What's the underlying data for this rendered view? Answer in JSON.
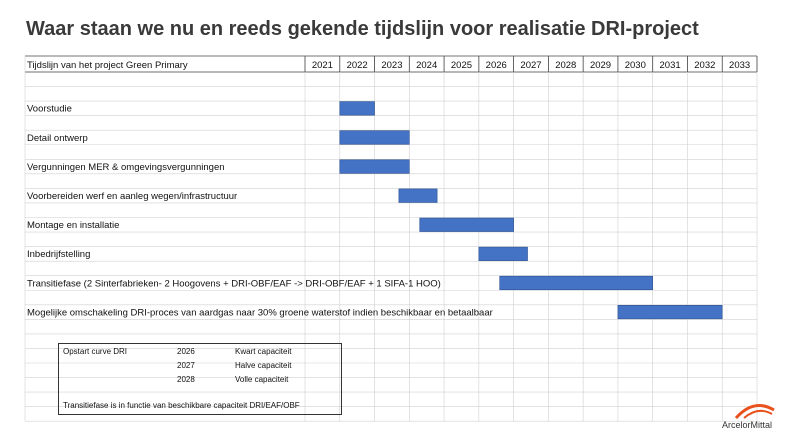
{
  "title": "Waar staan we nu en reeds gekende tijdslijn voor realisatie DRI-project",
  "table": {
    "header_label": "Tijdslijn van het project Green Primary",
    "years": [
      "2021",
      "2022",
      "2023",
      "2024",
      "2025",
      "2026",
      "2027",
      "2028",
      "2029",
      "2030",
      "2031",
      "2032",
      "2033"
    ]
  },
  "tasks": [
    {
      "label": "Voorstudie",
      "start": 2022.0,
      "end": 2023.0
    },
    {
      "label": "Detail ontwerp",
      "start": 2022.0,
      "end": 2024.0
    },
    {
      "label": "Vergunningen MER & omgevingsvergunningen",
      "start": 2022.0,
      "end": 2024.0
    },
    {
      "label": "Voorbereiden werf en aanleg wegen/infrastructuur",
      "start": 2023.7,
      "end": 2024.8
    },
    {
      "label": "Montage en installatie",
      "start": 2024.3,
      "end": 2027.0
    },
    {
      "label": "Inbedrijfstelling",
      "start": 2026.0,
      "end": 2027.4
    },
    {
      "label": "Transitiefase  (2 Sinterfabrieken- 2 Hoogovens + DRI-OBF/EAF  -> DRI-OBF/EAF + 1 SIFA-1 HOO)",
      "start": 2026.6,
      "end": 2031.0
    },
    {
      "label": "Mogelijke omschakeling DRI-proces van aardgas naar 30% groene waterstof indien beschikbaar en betaalbaar",
      "start": 2030.0,
      "end": 2033.0
    }
  ],
  "info": {
    "heading": "Opstart curve DRI",
    "rows": [
      {
        "year": "2026",
        "text": "Kwart  capaciteit"
      },
      {
        "year": "2027",
        "text": "Halve capaciteit"
      },
      {
        "year": "2028",
        "text": "Volle capaciteit"
      }
    ],
    "note": "Transitiefase  is in functie van beschikbare capaciteit DRI/EAF/OBF"
  },
  "logo": {
    "name": "ArcelorMittal",
    "icon": "arcelormittal-logo-icon"
  },
  "colors": {
    "bar": "#4472C4",
    "bar_border": "#2F528F",
    "grid": "#d0d0d0",
    "title": "#3a3a3a"
  }
}
